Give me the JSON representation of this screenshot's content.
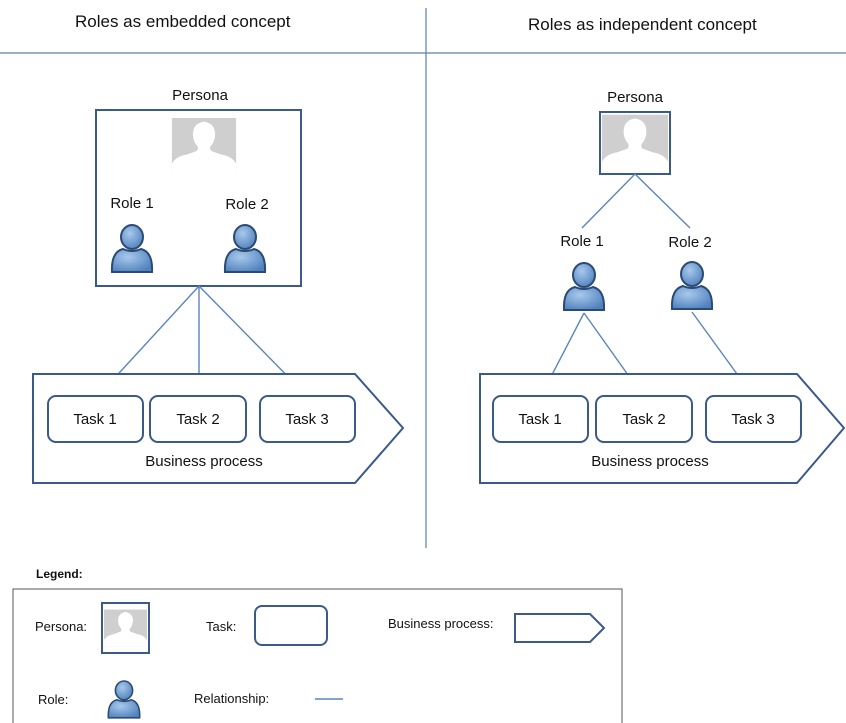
{
  "headers": {
    "left": "Roles as embedded concept",
    "right": "Roles as independent concept"
  },
  "left_panel": {
    "persona_label": "Persona",
    "role1_label": "Role 1",
    "role2_label": "Role 2",
    "tasks": [
      "Task 1",
      "Task 2",
      "Task 3"
    ],
    "process_label": "Business process"
  },
  "right_panel": {
    "persona_label": "Persona",
    "role1_label": "Role 1",
    "role2_label": "Role 2",
    "tasks": [
      "Task 1",
      "Task 2",
      "Task 3"
    ],
    "process_label": "Business process"
  },
  "legend": {
    "title": "Legend:",
    "persona": "Persona:",
    "task": "Task:",
    "business_process": "Business process:",
    "role": "Role:",
    "relationship": "Relationship:"
  },
  "colors": {
    "divider": "#5b7fb0",
    "box_stroke": "#3a5a8a",
    "line": "#5b86bd",
    "role_fill": "#6f9fd3",
    "role_stroke": "#2e4f7c",
    "persona_bg": "#c8c8c8"
  }
}
